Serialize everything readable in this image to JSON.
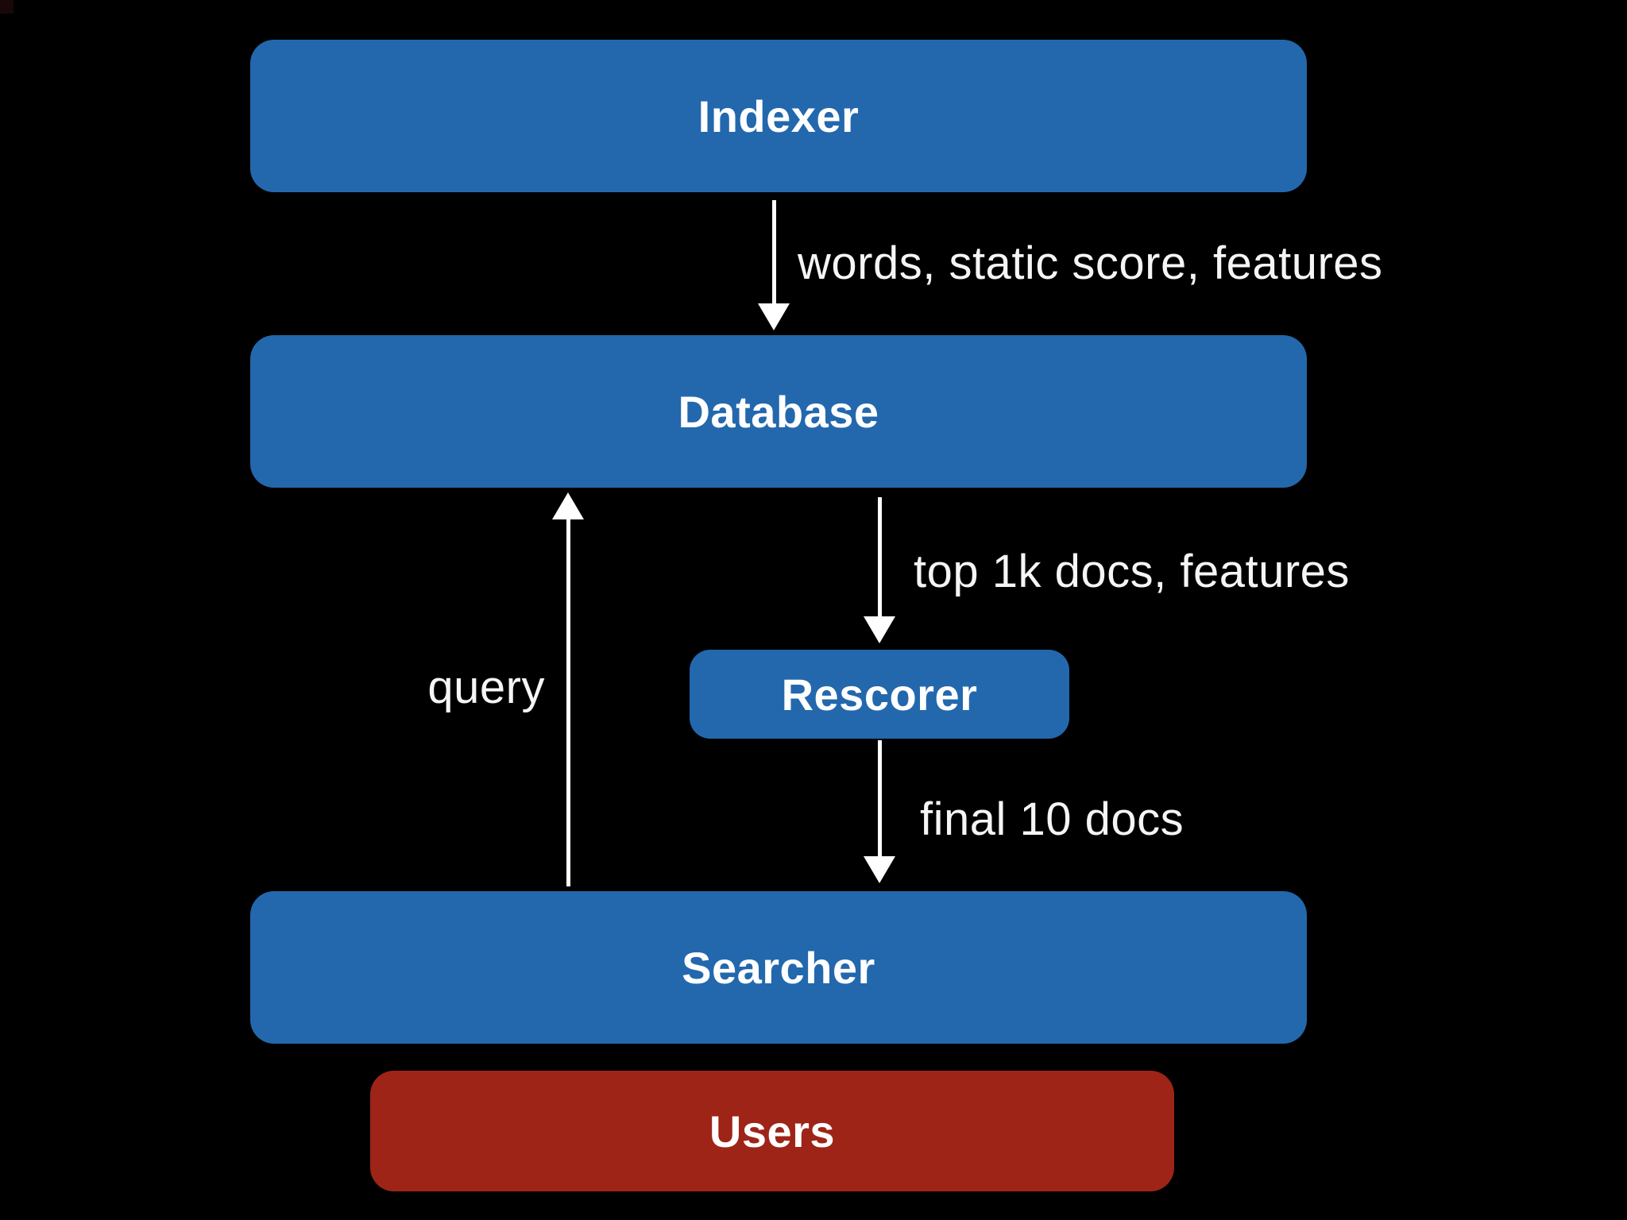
{
  "diagram": {
    "title": "search system architecture flow",
    "background_color": "#000000",
    "node_fill_color": "#2368AD",
    "users_fill_color": "#9E2418",
    "text_color": "#FFFFFF",
    "arrow_color": "#FFFFFF",
    "nodes": {
      "indexer": {
        "label": "Indexer"
      },
      "database": {
        "label": "Database"
      },
      "rescorer": {
        "label": "Rescorer"
      },
      "searcher": {
        "label": "Searcher"
      },
      "users": {
        "label": "Users"
      }
    },
    "edges": {
      "indexer_to_database": {
        "from": "Indexer",
        "to": "Database",
        "direction": "down",
        "label": "words, static score, features"
      },
      "database_to_rescorer": {
        "from": "Database",
        "to": "Rescorer",
        "direction": "down",
        "label": "top 1k docs, features"
      },
      "rescorer_to_searcher": {
        "from": "Rescorer",
        "to": "Searcher",
        "direction": "down",
        "label": "final 10 docs"
      },
      "searcher_to_database": {
        "from": "Searcher",
        "to": "Database",
        "direction": "up",
        "label": "query"
      }
    }
  }
}
